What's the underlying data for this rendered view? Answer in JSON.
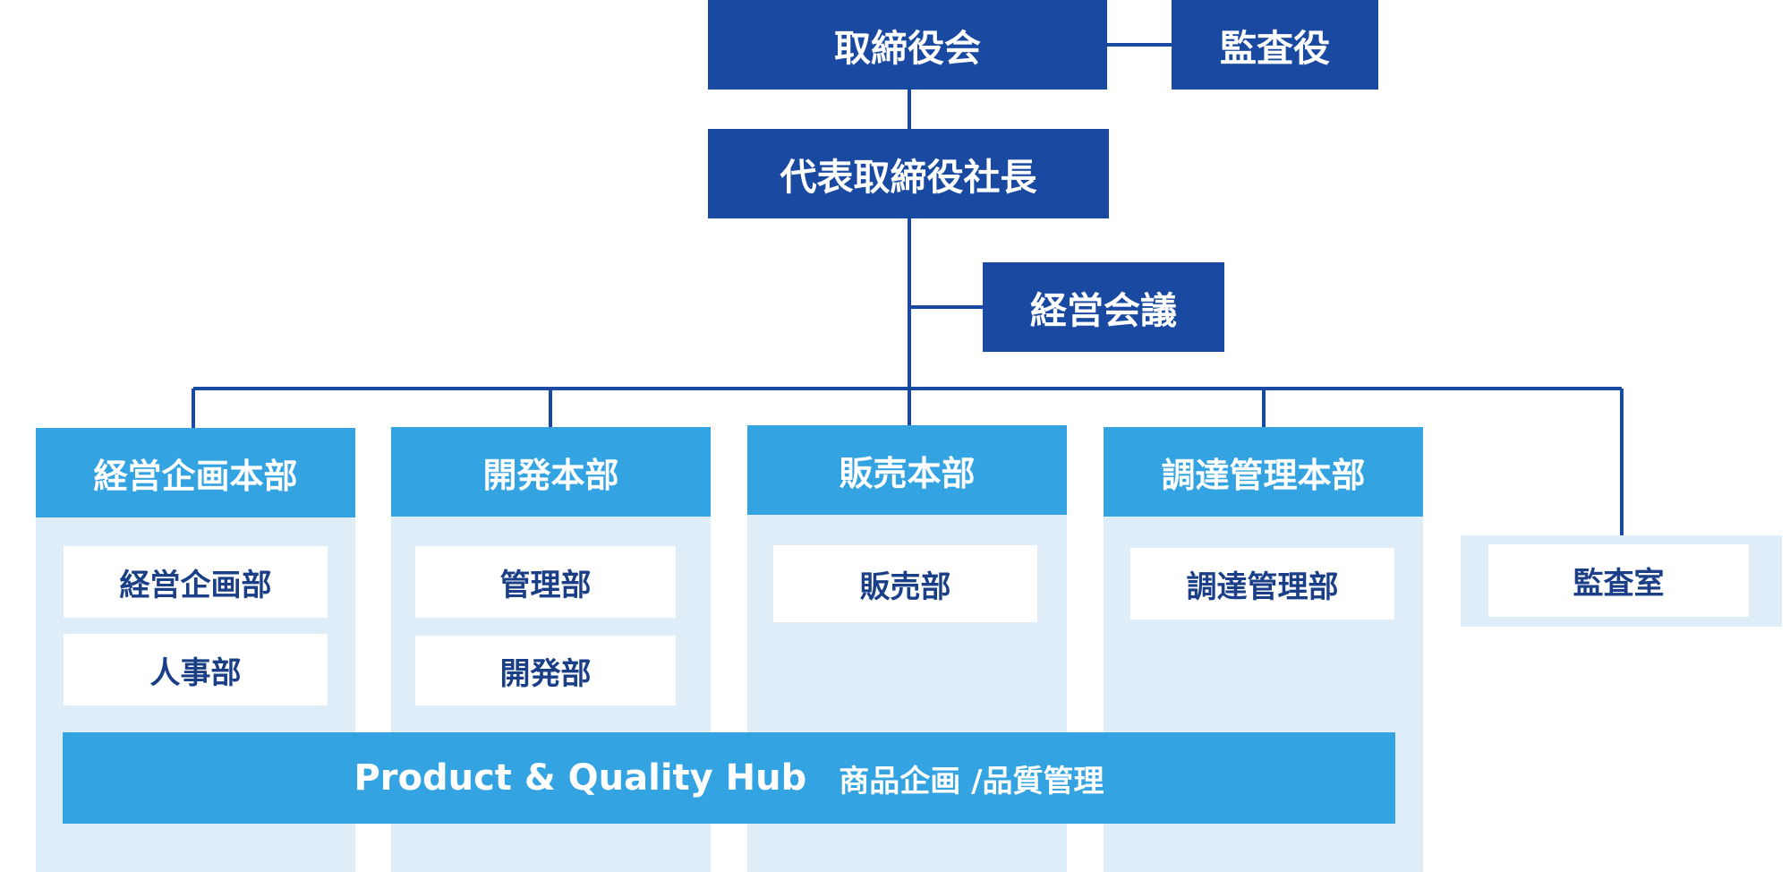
{
  "colors": {
    "dark_box": "#1a49a1",
    "division_header": "#34a3e1",
    "division_panel": "#deedf7",
    "sub_box": "#ffffff",
    "sub_text": "#1a3f87",
    "connector": "#1a49a1"
  },
  "top": {
    "board": "取締役会",
    "auditor": "監査役",
    "president": "代表取締役社長",
    "management_meeting": "経営会議"
  },
  "divisions": [
    {
      "name": "経営企画本部",
      "departments": [
        "経営企画部",
        "人事部"
      ]
    },
    {
      "name": "開発本部",
      "departments": [
        "管理部",
        "開発部"
      ]
    },
    {
      "name": "販売本部",
      "departments": [
        "販売部"
      ]
    },
    {
      "name": "調達管理本部",
      "departments": [
        "調達管理部"
      ]
    }
  ],
  "audit_office": "監査室",
  "hub": {
    "en": "Product & Quality Hub",
    "jp": "商品企画 /品質管理"
  }
}
